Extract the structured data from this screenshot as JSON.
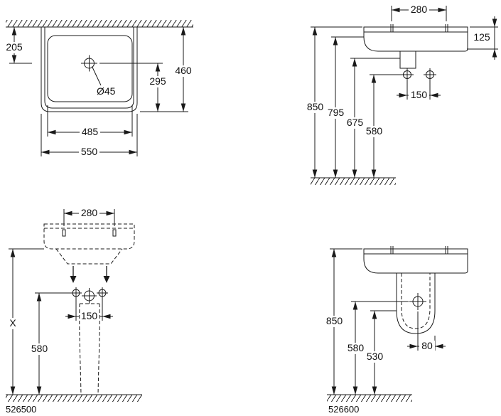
{
  "drawing": {
    "plan": {
      "d205": "205",
      "d460": "460",
      "d295": "295",
      "dhole": "Ø45",
      "d485": "485",
      "d550": "550"
    },
    "side_top": {
      "d280": "280",
      "d125": "125",
      "d850": "850",
      "d795": "795",
      "d675": "675",
      "d580": "580",
      "d150": "150"
    },
    "front": {
      "d280": "280",
      "dX": "X",
      "d580": "580",
      "d150": "150",
      "product_number": "526500"
    },
    "side_bottom": {
      "d850": "850",
      "d580": "580",
      "d530": "530",
      "d80": "80",
      "product_number": "526600"
    }
  },
  "colors": {
    "line": "#1a1a1a",
    "background": "#ffffff"
  }
}
